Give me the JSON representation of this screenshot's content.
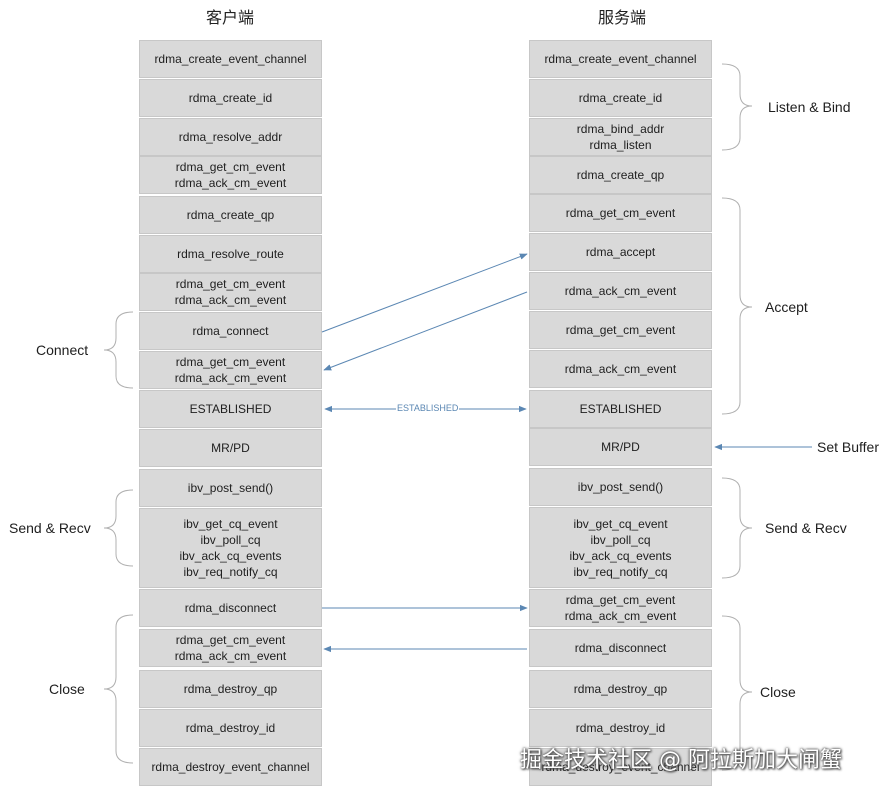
{
  "client": {
    "title": "客户端",
    "steps": [
      "rdma_create_event_channel",
      "rdma_create_id",
      "rdma_resolve_addr",
      "rdma_get_cm_event\nrdma_ack_cm_event",
      "rdma_create_qp",
      "rdma_resolve_route",
      "rdma_get_cm_event\nrdma_ack_cm_event",
      "rdma_connect",
      "rdma_get_cm_event\nrdma_ack_cm_event",
      "ESTABLISHED",
      "MR/PD",
      "ibv_post_send()",
      "ibv_get_cq_event\nibv_poll_cq\nibv_ack_cq_events\nibv_req_notify_cq",
      "rdma_disconnect",
      "rdma_get_cm_event\nrdma_ack_cm_event",
      "rdma_destroy_qp",
      "rdma_destroy_id",
      "rdma_destroy_event_channel"
    ],
    "groups": [
      "Connect",
      "Send & Recv",
      "Close"
    ]
  },
  "server": {
    "title": "服务端",
    "steps": [
      "rdma_create_event_channel",
      "rdma_create_id",
      "rdma_bind_addr\nrdma_listen",
      "rdma_create_qp",
      "rdma_get_cm_event",
      "rdma_accept",
      "rdma_ack_cm_event",
      "rdma_get_cm_event",
      "rdma_ack_cm_event",
      "ESTABLISHED",
      "MR/PD",
      "ibv_post_send()",
      "ibv_get_cq_event\nibv_poll_cq\nibv_ack_cq_events\nibv_req_notify_cq",
      "rdma_get_cm_event\nrdma_ack_cm_event",
      "rdma_disconnect",
      "rdma_destroy_qp",
      "rdma_destroy_id",
      "rdma_destroy_event_channel"
    ],
    "groups": [
      "Listen & Bind",
      "Accept",
      "Send & Recv",
      "Close"
    ],
    "set_buffer": "Set Buffer"
  },
  "connection_label": "ESTABLISHED",
  "watermark": "掘金技术社区 @ 阿拉斯加大闸蟹",
  "colors": {
    "box": "#d9d9d9",
    "arrow": "#5b87b3",
    "brace": "#b0b0b0"
  }
}
